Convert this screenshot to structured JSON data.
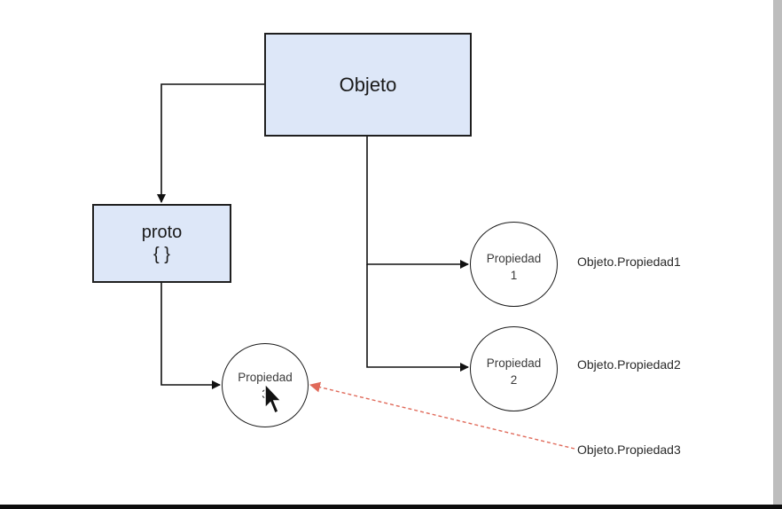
{
  "diagram": {
    "objeto": {
      "label": "Objeto"
    },
    "proto": {
      "title": "proto",
      "braces": "{ }"
    },
    "nodes": [
      {
        "line1": "Propiedad",
        "line2": "1"
      },
      {
        "line1": "Propiedad",
        "line2": "2"
      },
      {
        "line1": "Propiedad",
        "line2": "3"
      }
    ],
    "access_labels": [
      "Objeto.Propiedad1",
      "Objeto.Propiedad2",
      "Objeto.Propiedad3"
    ]
  },
  "colors": {
    "box_fill": "#dde7f8",
    "dashed_arrow": "#e06a5a",
    "line": "#1a1a1a"
  },
  "icons": {
    "cursor": "mouse-pointer-icon"
  }
}
